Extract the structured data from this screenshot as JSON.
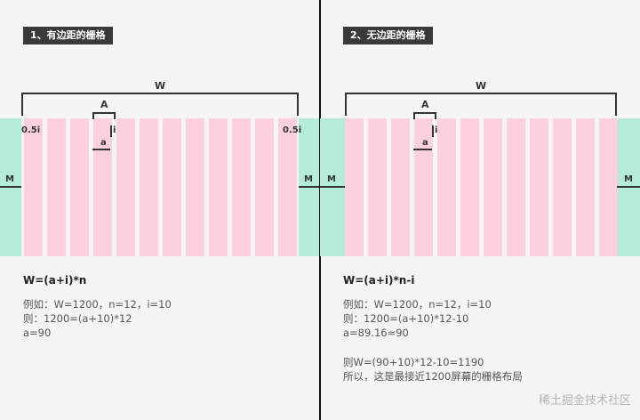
{
  "left": {
    "title": "1、有边距的栅格",
    "labels": {
      "W": "W",
      "A": "A",
      "a": "a",
      "i": "i",
      "half_left": "0.5i",
      "half_right": "0.5i",
      "M_left": "M",
      "M_right": "M"
    },
    "formula": "W=(a+i)*n",
    "lines": [
      "例如：W=1200，n=12，i=10",
      "则：1200=(a+10)*12",
      "a=90"
    ]
  },
  "right": {
    "title": "2、无边距的栅格",
    "labels": {
      "W": "W",
      "A": "A",
      "a": "a",
      "i": "i",
      "M_left": "M",
      "M_right": "M"
    },
    "formula": "W=(a+i)*n-i",
    "lines": [
      "例如：W=1200，n=12，i=10",
      "则：1200=(a+10)*12-10",
      "a=89.16≈90"
    ],
    "lines2": [
      "则W=(90+10)*12-10=1190",
      "所以，这是最接近1200屏幕的栅格布局"
    ]
  },
  "grid": {
    "columns": 12
  },
  "colors": {
    "column": "#fdd0e0",
    "margin": "#b5ecd8",
    "badge": "#3a3a3a"
  },
  "watermark": "稀土掘金技术社区"
}
